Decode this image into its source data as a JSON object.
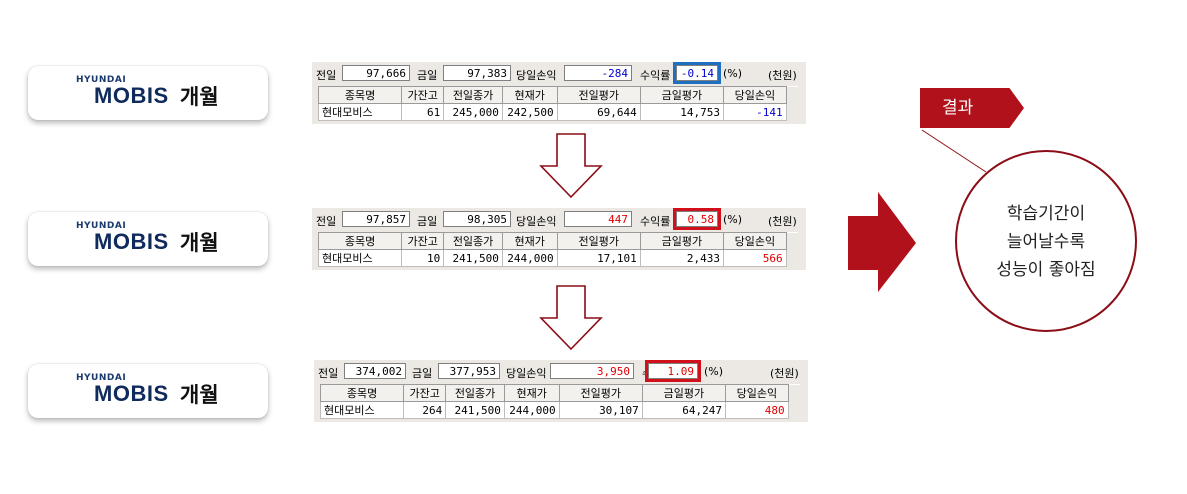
{
  "rows": [
    {
      "logo": {
        "hyundai": "HYUNDAI",
        "mobis": "MOBIS",
        "months": "개월"
      },
      "summary": {
        "prev_label": "전일",
        "prev": "97,666",
        "today_label": "금일",
        "today": "97,383",
        "pl_label": "당일손익",
        "pl": "-284",
        "rate_label": "수익률",
        "rate": "-0.14",
        "pct": "(%)",
        "unit": "(천원)"
      },
      "headers": [
        "종목명",
        "가잔고",
        "전일종가",
        "현재가",
        "전일평가",
        "금일평가",
        "당일손익"
      ],
      "cells": [
        "현대모비스",
        "61",
        "245,000",
        "242,500",
        "69,644",
        "14,753",
        "-141"
      ],
      "highlight_color": "blue"
    },
    {
      "logo": {
        "hyundai": "HYUNDAI",
        "mobis": "MOBIS",
        "months": "개월"
      },
      "summary": {
        "prev_label": "전일",
        "prev": "97,857",
        "today_label": "금일",
        "today": "98,305",
        "pl_label": "당일손익",
        "pl": "447",
        "rate_label": "수익률",
        "rate": "0.58",
        "pct": "(%)",
        "unit": "(천원)"
      },
      "headers": [
        "종목명",
        "가잔고",
        "전일종가",
        "현재가",
        "전일평가",
        "금일평가",
        "당일손익"
      ],
      "cells": [
        "현대모비스",
        "10",
        "241,500",
        "244,000",
        "17,101",
        "2,433",
        "566"
      ],
      "highlight_color": "red"
    },
    {
      "logo": {
        "hyundai": "HYUNDAI",
        "mobis": "MOBIS",
        "months": "개월"
      },
      "summary": {
        "prev_label": "전일",
        "prev": "374,002",
        "today_label": "금일",
        "today": "377,953",
        "pl_label": "당일손익",
        "pl": "3,950",
        "rate_label": "수익률",
        "rate": "1.09",
        "pct": "(%)",
        "unit": "(천원)"
      },
      "headers": [
        "종목명",
        "가잔고",
        "전일종가",
        "현재가",
        "전일평가",
        "금일평가",
        "당일손익"
      ],
      "cells": [
        "현대모비스",
        "264",
        "241,500",
        "244,000",
        "30,107",
        "64,247",
        "480"
      ],
      "highlight_color": "red"
    }
  ],
  "result": {
    "tag": "결과",
    "lines": [
      "학습기간이",
      "늘어날수록",
      "성능이 좋아짐"
    ]
  },
  "colors": {
    "accent_red": "#b0111b",
    "highlight_blue": "#1f6fc1",
    "highlight_red": "#d0101a"
  }
}
